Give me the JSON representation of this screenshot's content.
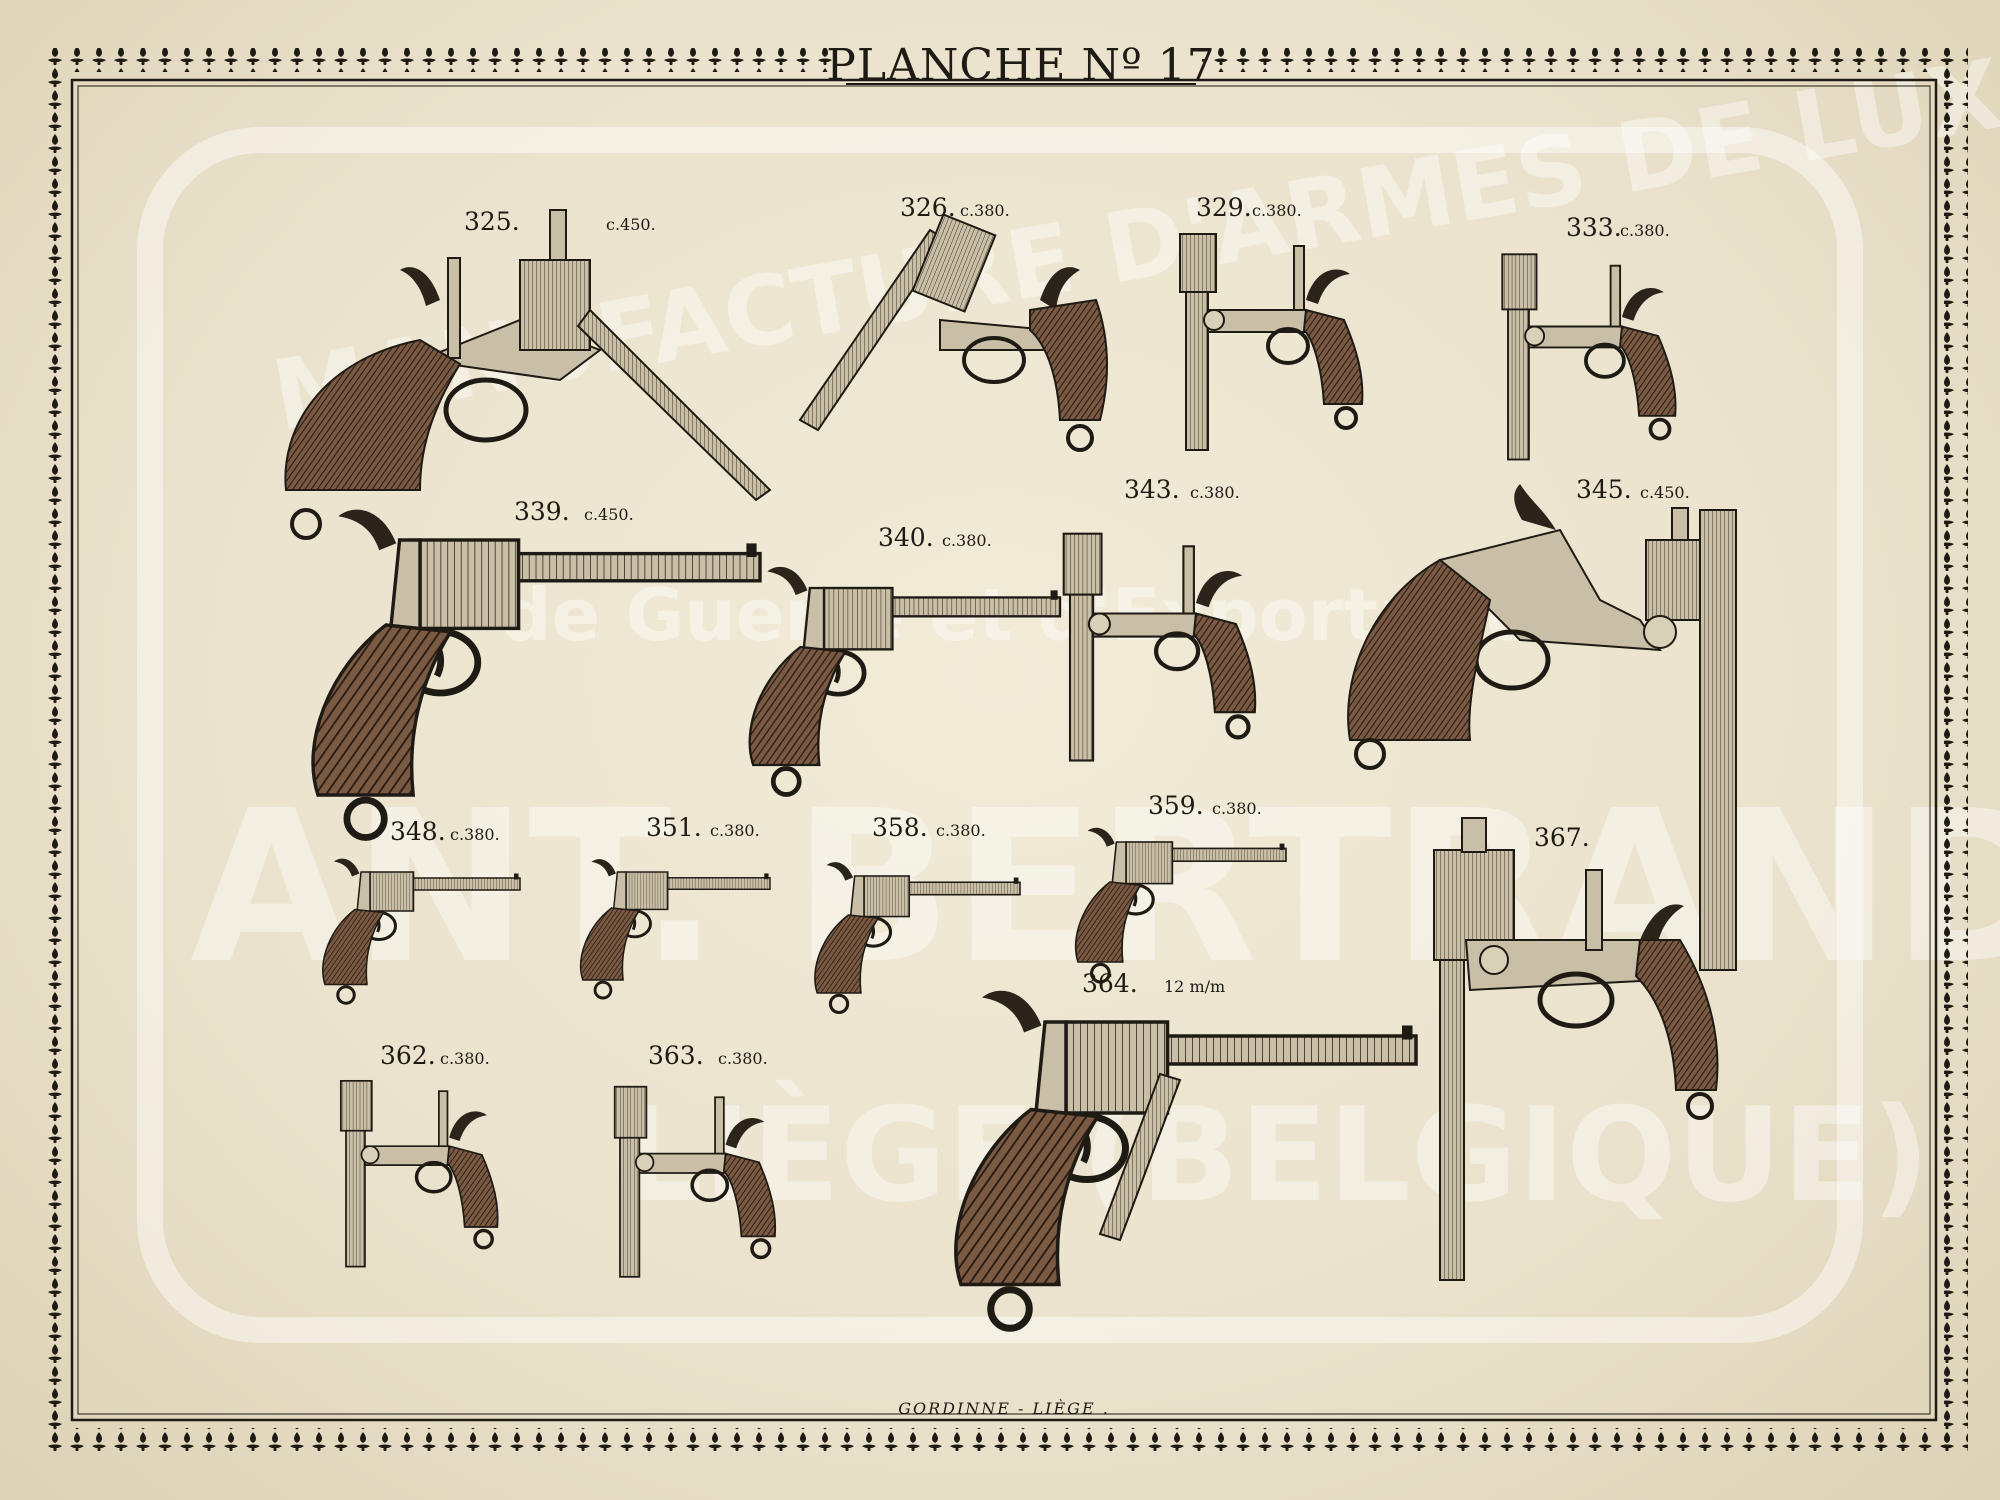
{
  "plate": {
    "title": "PLANCHE Nº 17",
    "footer": "GORDINNE - LIÈGE ."
  },
  "watermark": {
    "line1": "MANUFACTURE D'ARMES DE LUXE",
    "line2": "de Guerre et d'Exportation",
    "line3": "ANT. BERTRAND & FILS",
    "line4": "LIÈGE (BELGIQUE)"
  },
  "items": [
    {
      "number": "325.",
      "caliber": "c.450."
    },
    {
      "number": "326.",
      "caliber": "c.380."
    },
    {
      "number": "329.",
      "caliber": "c.380."
    },
    {
      "number": "333.",
      "caliber": "c.380."
    },
    {
      "number": "339.",
      "caliber": "c.450."
    },
    {
      "number": "340.",
      "caliber": "c.380."
    },
    {
      "number": "343.",
      "caliber": "c.380."
    },
    {
      "number": "345.",
      "caliber": "c.450."
    },
    {
      "number": "348.",
      "caliber": "c.380."
    },
    {
      "number": "351.",
      "caliber": "c.380."
    },
    {
      "number": "358.",
      "caliber": "c.380."
    },
    {
      "number": "359.",
      "caliber": "c.380."
    },
    {
      "number": "367.",
      "caliber": ""
    },
    {
      "number": "364.",
      "caliber": "12 m/m"
    },
    {
      "number": "362.",
      "caliber": "c.380."
    },
    {
      "number": "363.",
      "caliber": "c.380."
    }
  ],
  "colors": {
    "paper": "#eae2cc",
    "ink": "#1e1a14",
    "grip": "#5a3f2c",
    "metal": "#b8ad95"
  }
}
